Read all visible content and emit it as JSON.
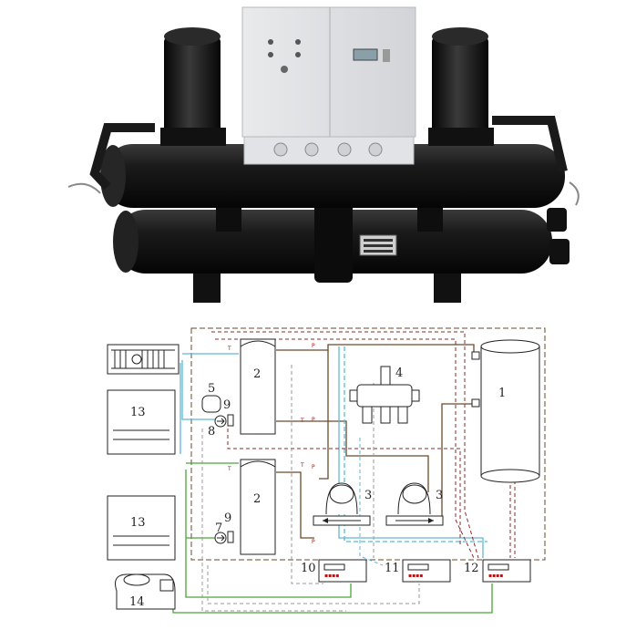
{
  "diagram": {
    "labels": {
      "tank": "1",
      "heat_exchanger_top": "2",
      "heat_exchanger_bottom": "2",
      "compressor_left": "3",
      "compressor_right": "3",
      "manifold": "4",
      "expansion_tank": "5",
      "pump_bottom": "7",
      "pump_top": "8",
      "valve_top": "9",
      "valve_bottom": "9",
      "controller_a": "10",
      "controller_b": "11",
      "controller_c": "12",
      "indoor_unit_top": "13",
      "indoor_unit_bottom": "13",
      "outdoor_unit": "14"
    },
    "sensor_marks": [
      "P",
      "P",
      "P",
      "P",
      "T",
      "T",
      "T",
      "T"
    ],
    "pipe_colors": {
      "refrigerant": "#6b4a2a",
      "water_cold": "#5fb8d6",
      "water_green": "#4aa33a",
      "signal": "#8a2b2b",
      "control": "#9a9a9a"
    }
  }
}
